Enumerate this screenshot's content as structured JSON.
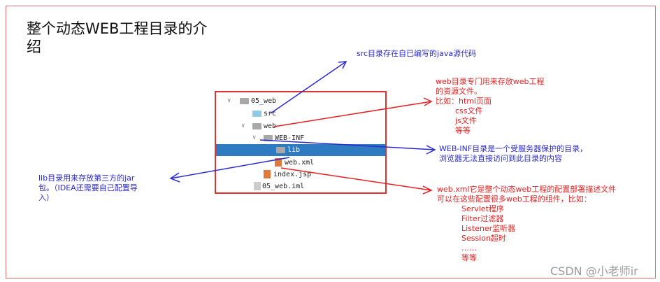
{
  "title": "整个动态WEB工程目录的介绍",
  "tree": {
    "items": [
      {
        "label": "05_web",
        "icon": "module-folder-icon"
      },
      {
        "label": "src",
        "icon": "source-folder-icon"
      },
      {
        "label": "web",
        "icon": "web-folder-icon"
      },
      {
        "label": "WEB-INF",
        "icon": "folder-icon"
      },
      {
        "label": "lib",
        "icon": "folder-icon",
        "selected": true
      },
      {
        "label": "web.xml",
        "icon": "xml-file-icon"
      },
      {
        "label": "index.jsp",
        "icon": "jsp-file-icon"
      },
      {
        "label": "05_web.iml",
        "icon": "iml-file-icon"
      }
    ]
  },
  "notes": {
    "src": "src目录存在自已编写的java源代码",
    "web": "web目录专门用来存放web工程\n的资源文件。\n比如：html页面\n        css文件\n        js文件\n        等等",
    "webinf": "WEB-INF目录是一个受服务器保护的目录，\n浏览器无法直接访问到此目录的内容",
    "lib": "lib目录用来存放第三方的jar\n包。（IDEA还需要自己配置导\n入）",
    "webxml": "web.xml它是整个动态web工程的配置部署描述文件\n可以在这些配置很多web工程的组件，比如：\n          Servlet程序\n          Filter过滤器\n          Listener监听器\n          Session超时\n          ……\n          等等"
  },
  "colors": {
    "red": "#e52222",
    "blue": "#2a2ad0",
    "selection": "#2f7bc2"
  },
  "watermark": "CSDN @小老师ir"
}
